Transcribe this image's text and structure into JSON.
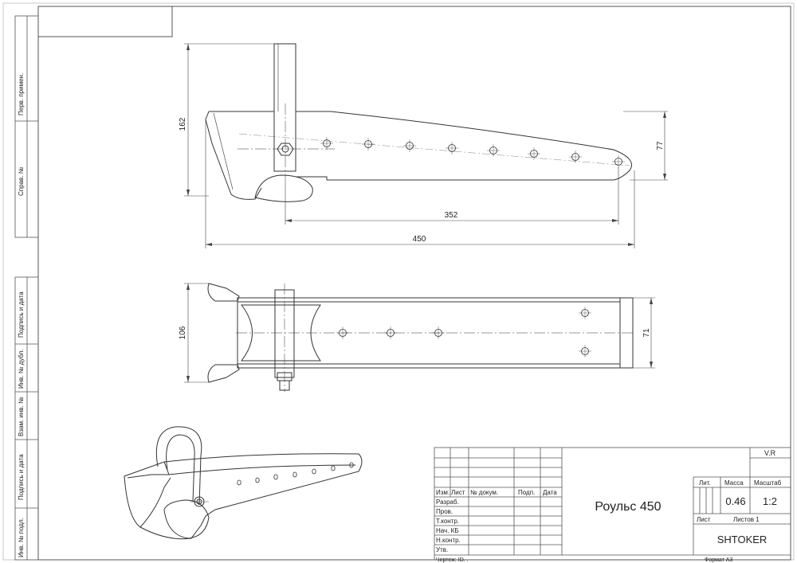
{
  "side_stamp": {
    "perv_primen": "Перв. примен.",
    "sprav_no": "Справ. №",
    "podpis_data_1": "Подпись и дата",
    "inv_dubl": "Инв. № дубл.",
    "vzam_inv": "Взам. инв. №",
    "podpis_data_2": "Подпись и дата",
    "inv_podl": "Инв. № подл."
  },
  "dimensions": {
    "top_height": "162",
    "top_right_height": "77",
    "top_hole_span": "352",
    "top_overall_length": "450",
    "bottom_width": "106",
    "bottom_inner_width": "71"
  },
  "title_block": {
    "headers": {
      "izm": "Изм.",
      "list": "Лист",
      "doc_no": "№ докум.",
      "podp": "Подп.",
      "data": "Дата"
    },
    "roles": [
      "Разраб.",
      "Пров.",
      "Т.контр.",
      "Нач. КБ",
      "Н.контр.",
      "Утв."
    ],
    "title": "Роульс 450",
    "lit_label": "Лит.",
    "mass_label": "Масса",
    "scale_label": "Масштаб",
    "mass": "0.46",
    "scale": "1:2",
    "sheet_label": "Лист",
    "sheets_label": "Листов 1",
    "company": "SHTOKER",
    "version": "V.R",
    "drawing_no": "Чертеж: ID. .",
    "format": "Формат А3"
  }
}
